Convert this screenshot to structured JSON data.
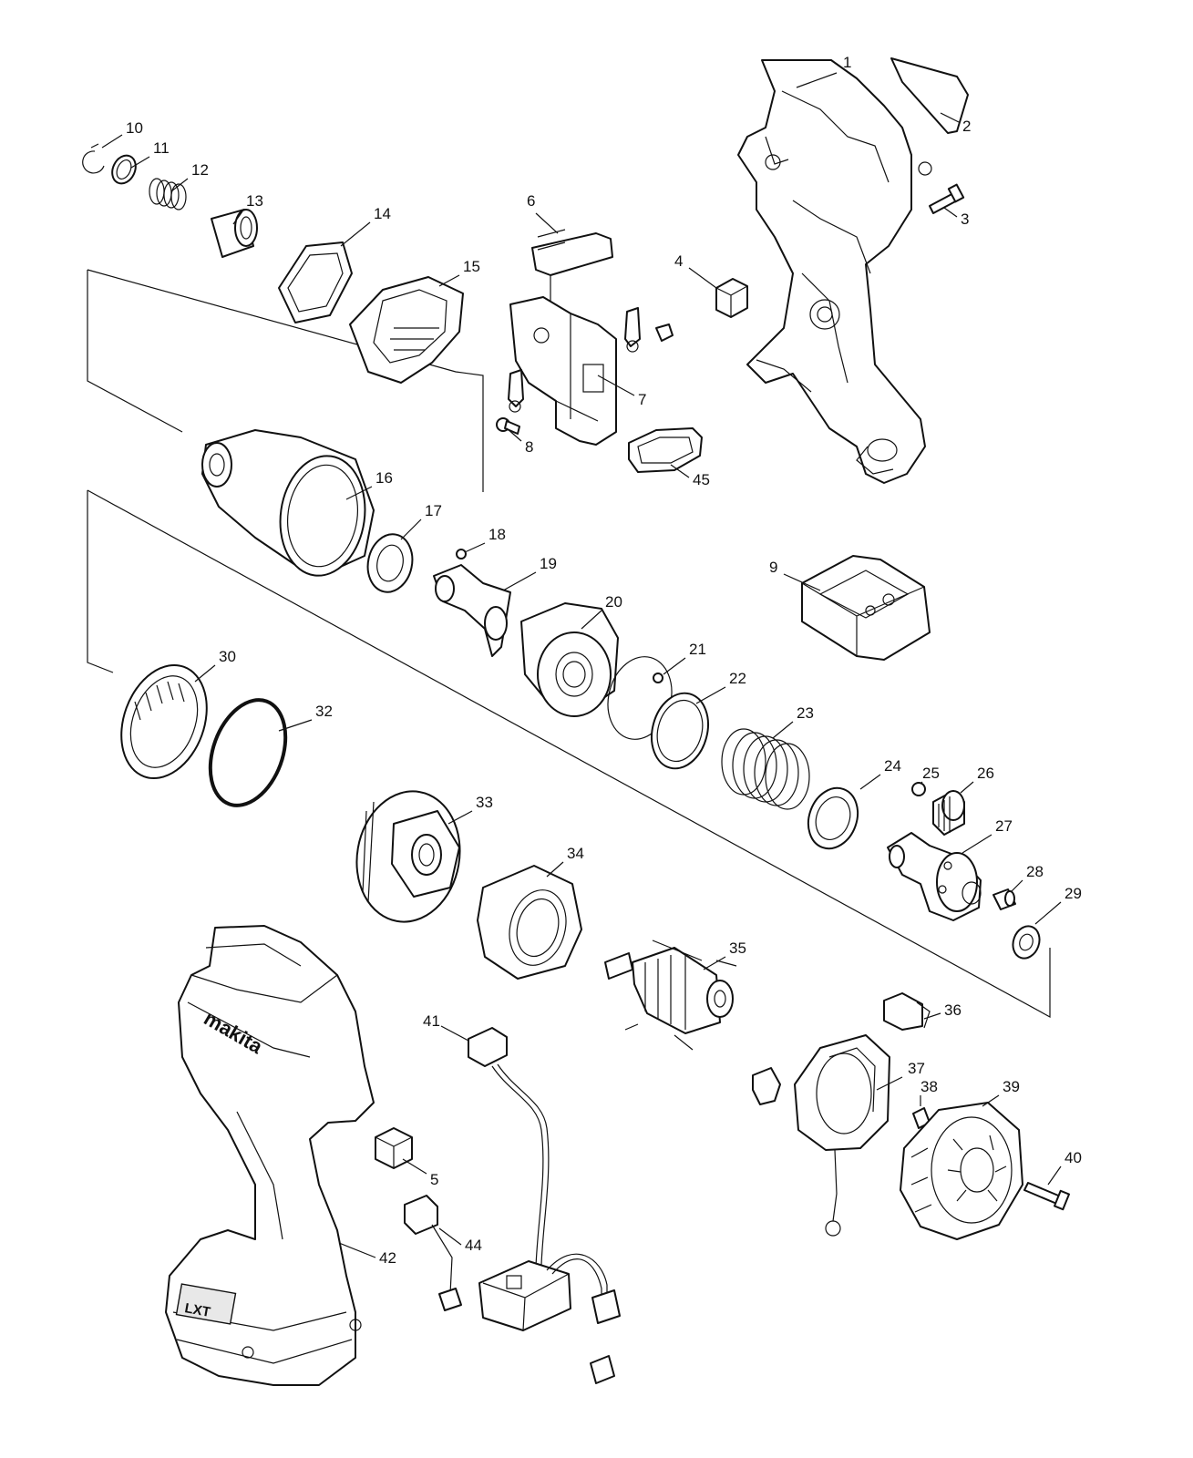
{
  "diagram": {
    "callouts": [
      {
        "id": "p1",
        "label": "1"
      },
      {
        "id": "p2",
        "label": "2"
      },
      {
        "id": "p3",
        "label": "3"
      },
      {
        "id": "p4",
        "label": "4"
      },
      {
        "id": "p5",
        "label": "5"
      },
      {
        "id": "p6",
        "label": "6"
      },
      {
        "id": "p7",
        "label": "7"
      },
      {
        "id": "p8",
        "label": "8"
      },
      {
        "id": "p9",
        "label": "9"
      },
      {
        "id": "p10",
        "label": "10"
      },
      {
        "id": "p11",
        "label": "11"
      },
      {
        "id": "p12",
        "label": "12"
      },
      {
        "id": "p13",
        "label": "13"
      },
      {
        "id": "p14",
        "label": "14"
      },
      {
        "id": "p15",
        "label": "15"
      },
      {
        "id": "p16",
        "label": "16"
      },
      {
        "id": "p17",
        "label": "17"
      },
      {
        "id": "p18",
        "label": "18"
      },
      {
        "id": "p19",
        "label": "19"
      },
      {
        "id": "p20",
        "label": "20"
      },
      {
        "id": "p21",
        "label": "21"
      },
      {
        "id": "p22",
        "label": "22"
      },
      {
        "id": "p23",
        "label": "23"
      },
      {
        "id": "p24",
        "label": "24"
      },
      {
        "id": "p25",
        "label": "25"
      },
      {
        "id": "p26",
        "label": "26"
      },
      {
        "id": "p27",
        "label": "27"
      },
      {
        "id": "p28",
        "label": "28"
      },
      {
        "id": "p29",
        "label": "29"
      },
      {
        "id": "p30",
        "label": "30"
      },
      {
        "id": "p32",
        "label": "32"
      },
      {
        "id": "p33",
        "label": "33"
      },
      {
        "id": "p34",
        "label": "34"
      },
      {
        "id": "p35",
        "label": "35"
      },
      {
        "id": "p36",
        "label": "36"
      },
      {
        "id": "p37",
        "label": "37"
      },
      {
        "id": "p38",
        "label": "38"
      },
      {
        "id": "p39",
        "label": "39"
      },
      {
        "id": "p40",
        "label": "40"
      },
      {
        "id": "p41",
        "label": "41"
      },
      {
        "id": "p42",
        "label": "42"
      },
      {
        "id": "p44",
        "label": "44"
      },
      {
        "id": "p45",
        "label": "45"
      }
    ],
    "housing_brand": "makita",
    "battery_badge": "LXT"
  }
}
